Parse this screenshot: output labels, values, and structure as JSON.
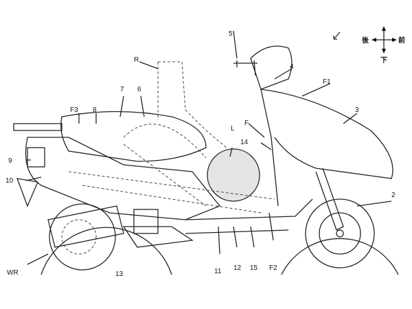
{
  "figure": {
    "labels": {
      "l5": "5",
      "R": "R",
      "l4": "4",
      "F1": "F1",
      "l3": "3",
      "F3": "F3",
      "l8": "8",
      "l7": "7",
      "l6": "6",
      "L": "L",
      "F": "F",
      "l14": "14",
      "l9": "9",
      "l10": "10",
      "l2": "2",
      "WR": "WR",
      "l13": "13",
      "l11": "11",
      "l12": "12",
      "l15": "15",
      "F2": "F2"
    },
    "compass": {
      "rear": "後",
      "front": "前",
      "down": "下"
    }
  }
}
